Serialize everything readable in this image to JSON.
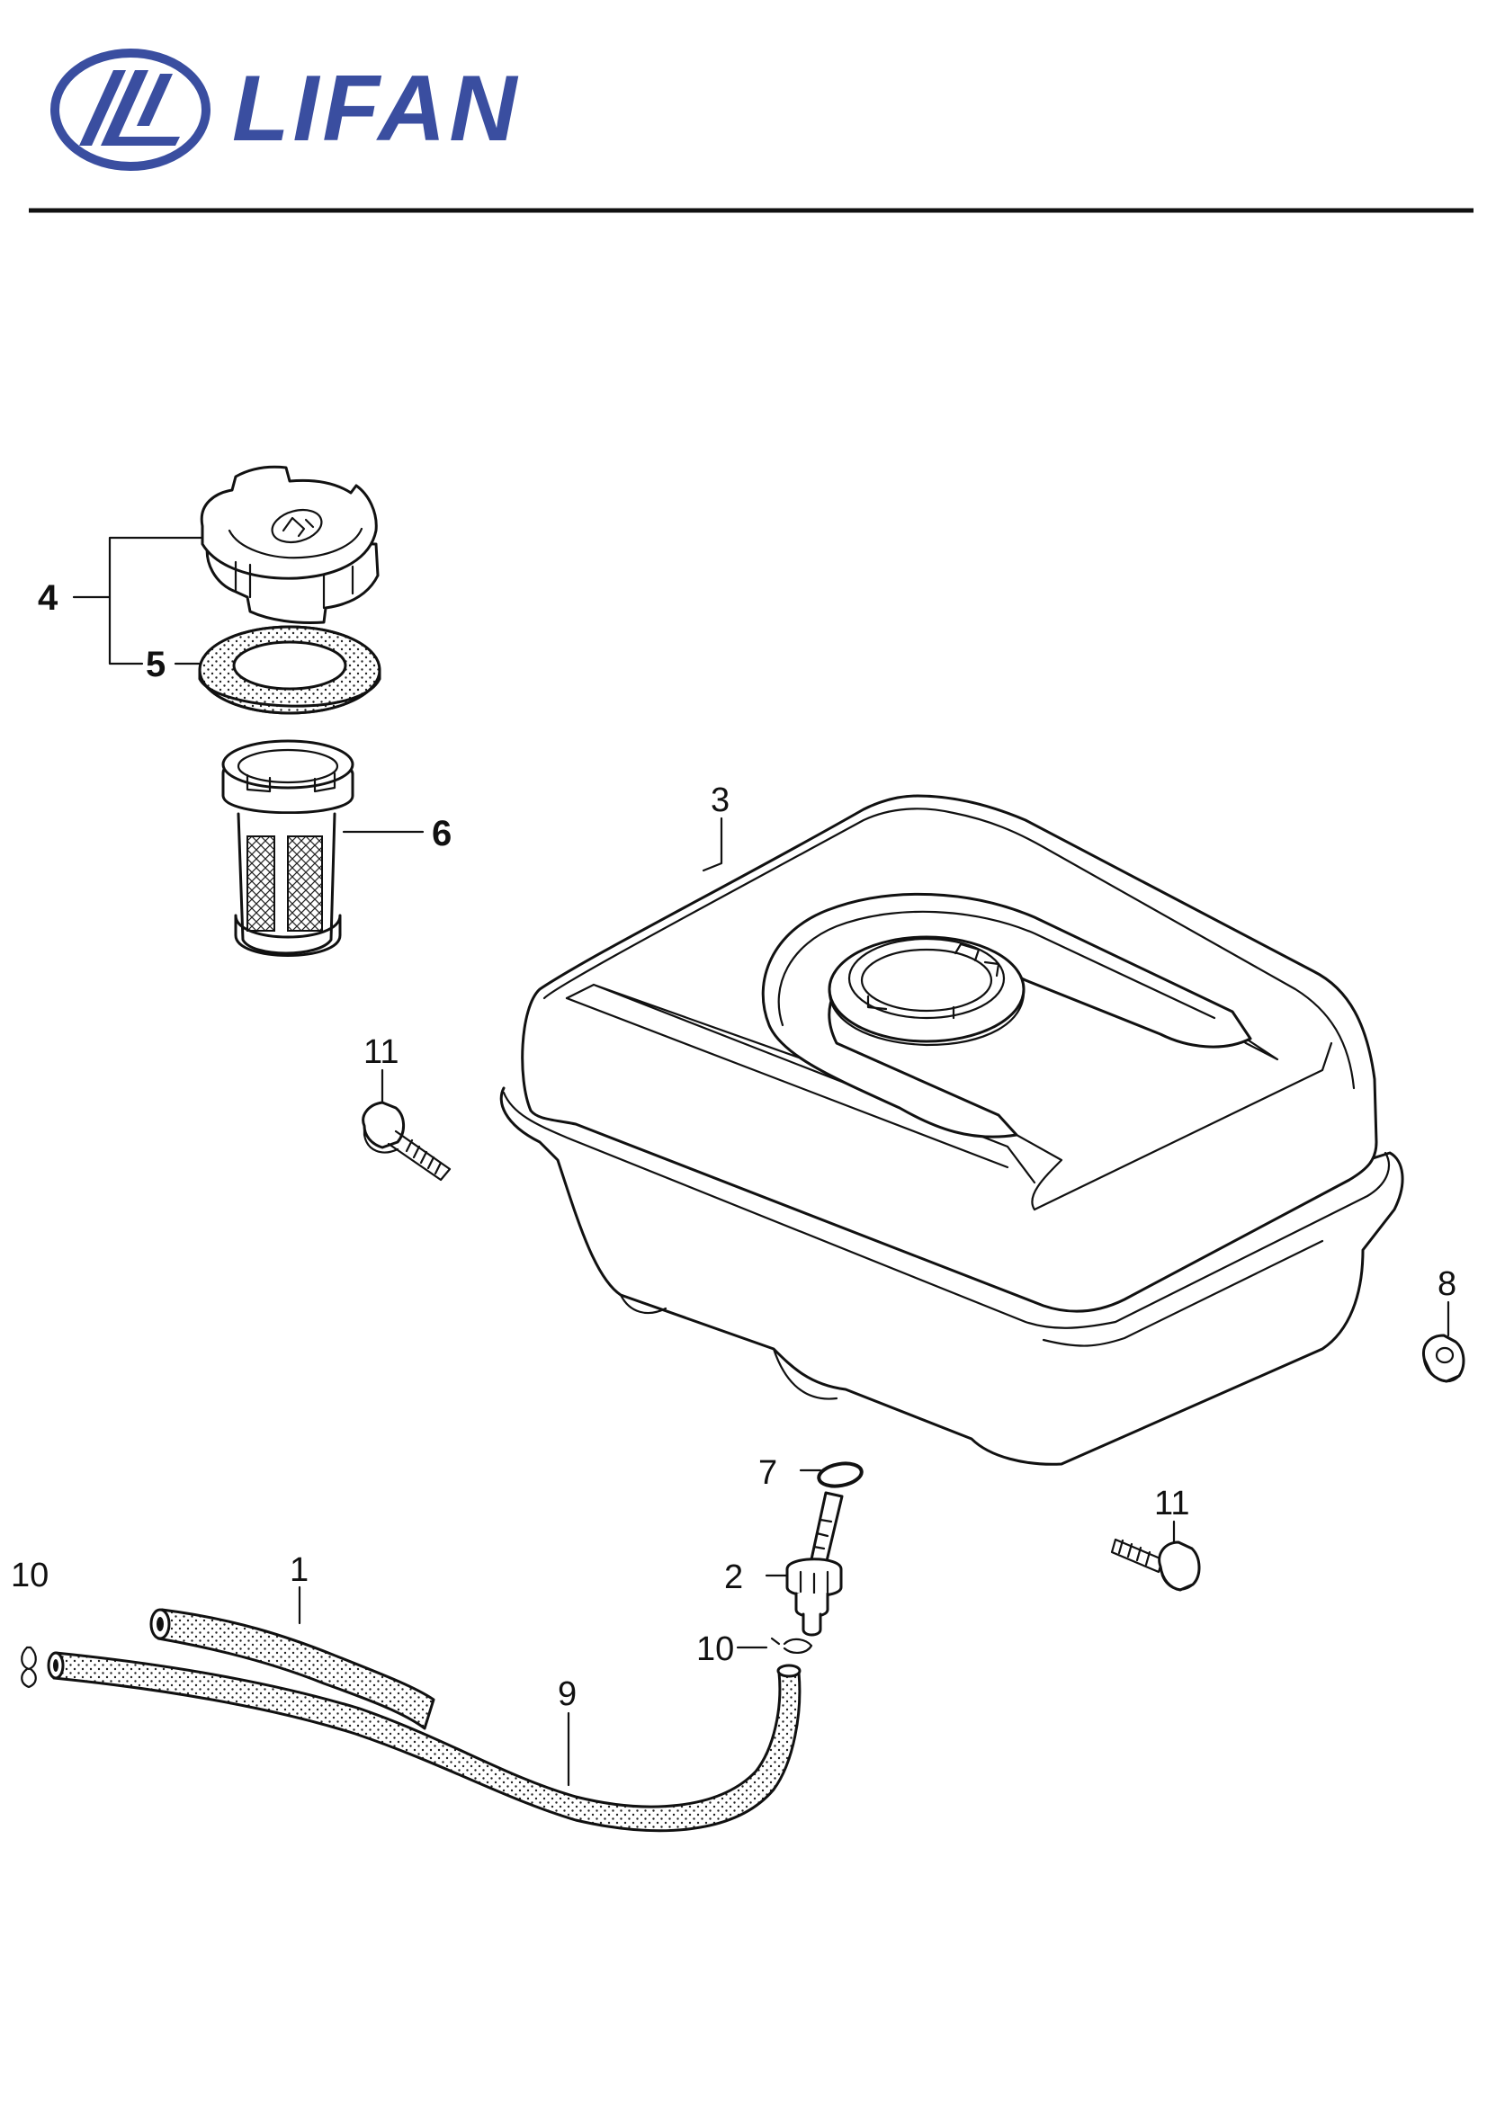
{
  "brand": {
    "name": "LIFAN",
    "color": "#3a4ea0",
    "logo_icon": "lifan-emblem-icon"
  },
  "callouts": [
    {
      "id": "label-1",
      "text": "1"
    },
    {
      "id": "label-2",
      "text": "2"
    },
    {
      "id": "label-3",
      "text": "3"
    },
    {
      "id": "label-4",
      "text": "4"
    },
    {
      "id": "label-5",
      "text": "5"
    },
    {
      "id": "label-6",
      "text": "6"
    },
    {
      "id": "label-7",
      "text": "7"
    },
    {
      "id": "label-8",
      "text": "8"
    },
    {
      "id": "label-9",
      "text": "9"
    },
    {
      "id": "label-10a",
      "text": "10"
    },
    {
      "id": "label-10b",
      "text": "10"
    },
    {
      "id": "label-11a",
      "text": "11"
    },
    {
      "id": "label-11b",
      "text": "11"
    }
  ]
}
